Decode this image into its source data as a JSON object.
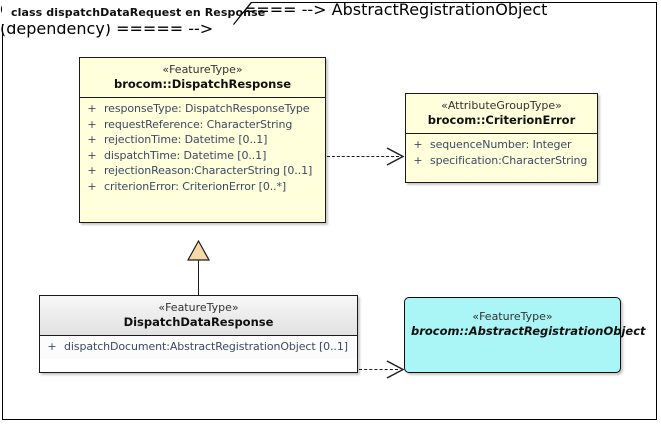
{
  "diagram": {
    "title": "class dispatchDataRequest en Response",
    "background": "#ffffff",
    "frame_color": "#000000"
  },
  "classes": [
    {
      "id": "dispatch-response",
      "stereotype": "«FeatureType»",
      "name": "brocom::DispatchResponse",
      "abstract": false,
      "fill": "#ffffdc",
      "attributes": [
        {
          "visibility": "+",
          "text": "responseType: DispatchResponseType"
        },
        {
          "visibility": "+",
          "text": "requestReference: CharacterString"
        },
        {
          "visibility": "+",
          "text": "rejectionTime: Datetime [0..1]"
        },
        {
          "visibility": "+",
          "text": "dispatchTime: Datetime [0..1]"
        },
        {
          "visibility": "+",
          "text": "rejectionReason:CharacterString [0..1]"
        },
        {
          "visibility": "+",
          "text": "criterionError: CriterionError [0..*]"
        }
      ]
    },
    {
      "id": "criterion-error",
      "stereotype": "«AttributeGroupType»",
      "name": "brocom::CriterionError",
      "abstract": false,
      "fill": "#ffffdc",
      "attributes": [
        {
          "visibility": "+",
          "text": "sequenceNumber: Integer"
        },
        {
          "visibility": "+",
          "text": "specification:CharacterString"
        }
      ]
    },
    {
      "id": "dispatch-data-response",
      "stereotype": "«FeatureType»",
      "name": "DispatchDataResponse",
      "abstract": false,
      "fill": "#ffffff",
      "attributes": [
        {
          "visibility": "+",
          "text": "dispatchDocument:AbstractRegistrationObject [0..1]"
        }
      ]
    },
    {
      "id": "abstract-registration-object",
      "stereotype": "«FeatureType»",
      "name": "brocom::AbstractRegistrationObject",
      "abstract": true,
      "fill": "#aaf5f5",
      "attributes": []
    }
  ],
  "connectors": [
    {
      "id": "dep-dispatch-response-to-criterion-error",
      "type": "dependency",
      "style": "dashed",
      "arrow": "open",
      "from": "dispatch-response",
      "to": "criterion-error"
    },
    {
      "id": "gen-dispatch-data-response-to-dispatch-response",
      "type": "generalization",
      "style": "solid",
      "arrow": "closed-triangle",
      "arrow_fill": "#f7d9a8",
      "from": "dispatch-data-response",
      "to": "dispatch-response"
    },
    {
      "id": "dep-dispatch-data-response-to-abstract-registration-object",
      "type": "dependency",
      "style": "dashed",
      "arrow": "open",
      "from": "dispatch-data-response",
      "to": "abstract-registration-object"
    }
  ]
}
